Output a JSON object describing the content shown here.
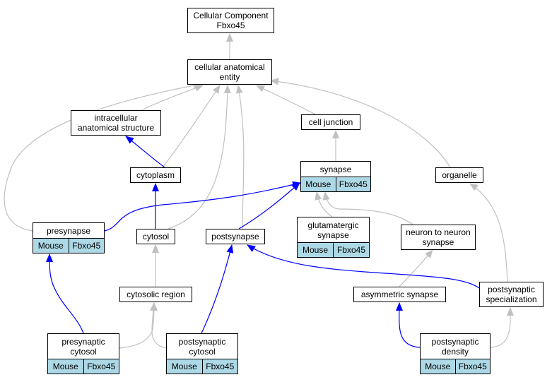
{
  "colors": {
    "is_a": "#c0c0c0",
    "part_of": "#0000ff",
    "annotation_fill": "#add8e6"
  },
  "nodes": {
    "root": {
      "label": "Cellular Component\nFbxo45"
    },
    "cae": {
      "label": "cellular anatomical\nentity"
    },
    "ias": {
      "label": "intracellular\nanatomical structure"
    },
    "cj": {
      "label": "cell junction"
    },
    "cytoplasm": {
      "label": "cytoplasm"
    },
    "synapse": {
      "label": "synapse",
      "annotation": {
        "organism": "Mouse",
        "gene": "Fbxo45"
      }
    },
    "organelle": {
      "label": "organelle"
    },
    "presynapse": {
      "label": "presynapse",
      "annotation": {
        "organism": "Mouse",
        "gene": "Fbxo45"
      }
    },
    "cytosol": {
      "label": "cytosol"
    },
    "postsynapse": {
      "label": "postsynapse"
    },
    "glut": {
      "label": "glutamatergic\nsynapse",
      "annotation": {
        "organism": "Mouse",
        "gene": "Fbxo45"
      }
    },
    "n2n": {
      "label": "neuron to neuron\nsynapse"
    },
    "cytreg": {
      "label": "cytosolic region"
    },
    "asym": {
      "label": "asymmetric synapse"
    },
    "pss": {
      "label": "postsynaptic\nspecialization"
    },
    "precyt": {
      "label": "presynaptic\ncytosol",
      "annotation": {
        "organism": "Mouse",
        "gene": "Fbxo45"
      }
    },
    "postcyt": {
      "label": "postsynaptic\ncytosol",
      "annotation": {
        "organism": "Mouse",
        "gene": "Fbxo45"
      }
    },
    "psd": {
      "label": "postsynaptic\ndensity",
      "annotation": {
        "organism": "Mouse",
        "gene": "Fbxo45"
      }
    }
  },
  "edges": [
    {
      "from": "cae",
      "to": "root",
      "type": "is_a"
    },
    {
      "from": "ias",
      "to": "cae",
      "type": "is_a"
    },
    {
      "from": "cj",
      "to": "cae",
      "type": "is_a"
    },
    {
      "from": "organelle",
      "to": "cae",
      "type": "is_a"
    },
    {
      "from": "cytoplasm",
      "to": "cae",
      "type": "is_a"
    },
    {
      "from": "cytosol",
      "to": "cae",
      "type": "is_a"
    },
    {
      "from": "postsynapse",
      "to": "cae",
      "type": "is_a"
    },
    {
      "from": "presynapse",
      "to": "cae",
      "type": "is_a"
    },
    {
      "from": "synapse",
      "to": "cj",
      "type": "is_a"
    },
    {
      "from": "cytoplasm",
      "to": "ias",
      "type": "part_of"
    },
    {
      "from": "cytosol",
      "to": "cytoplasm",
      "type": "part_of"
    },
    {
      "from": "presynapse",
      "to": "synapse",
      "type": "part_of"
    },
    {
      "from": "postsynapse",
      "to": "synapse",
      "type": "part_of"
    },
    {
      "from": "glut",
      "to": "synapse",
      "type": "is_a"
    },
    {
      "from": "n2n",
      "to": "synapse",
      "type": "is_a"
    },
    {
      "from": "cytreg",
      "to": "cytosol",
      "type": "is_a"
    },
    {
      "from": "asym",
      "to": "n2n",
      "type": "is_a"
    },
    {
      "from": "pss",
      "to": "postsynapse",
      "type": "part_of"
    },
    {
      "from": "pss",
      "to": "organelle",
      "type": "is_a"
    },
    {
      "from": "precyt",
      "to": "presynapse",
      "type": "part_of"
    },
    {
      "from": "precyt",
      "to": "cytreg",
      "type": "is_a"
    },
    {
      "from": "postcyt",
      "to": "postsynapse",
      "type": "part_of"
    },
    {
      "from": "postcyt",
      "to": "cytreg",
      "type": "is_a"
    },
    {
      "from": "psd",
      "to": "asym",
      "type": "part_of"
    },
    {
      "from": "psd",
      "to": "pss",
      "type": "is_a"
    }
  ]
}
